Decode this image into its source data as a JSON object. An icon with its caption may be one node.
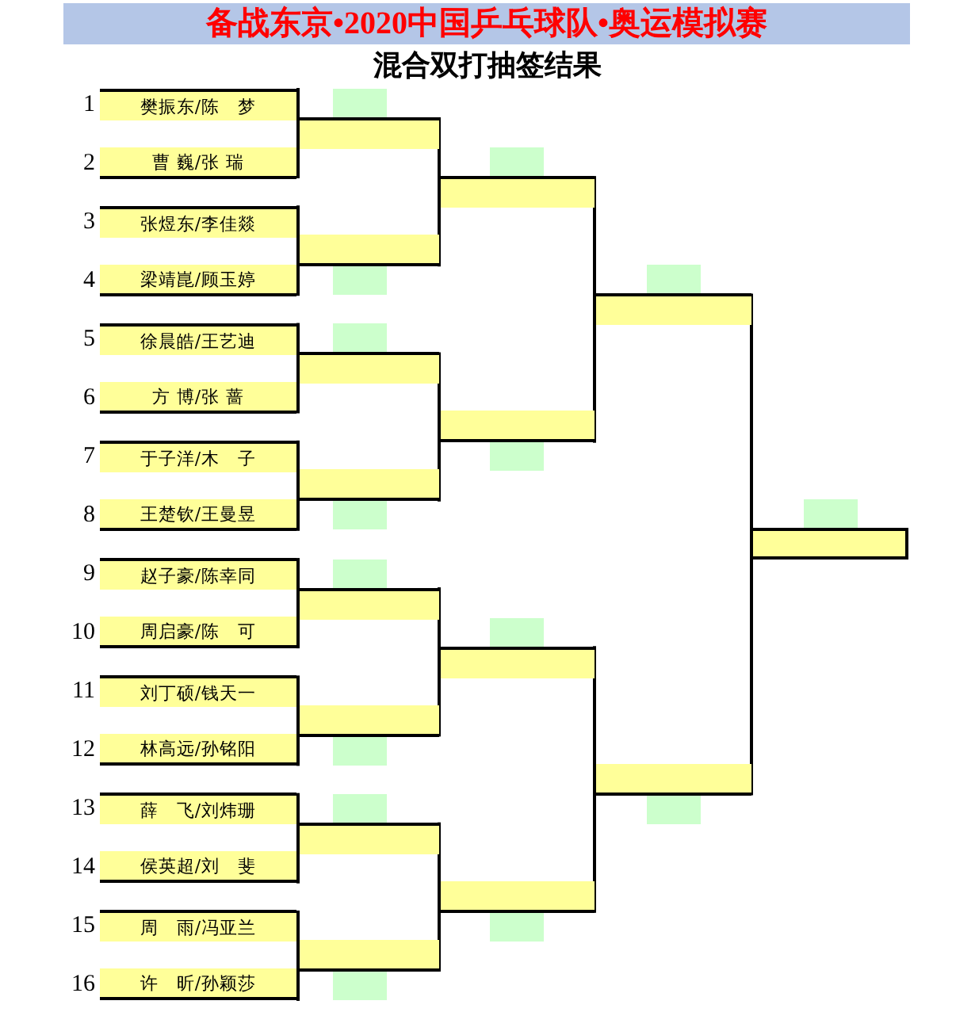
{
  "diagram": {
    "title": "备战东京•2020中国乒乓球队•奥运模拟赛",
    "nodes": [
      {
        "text": [
          "樊振东/陈　梦"
        ],
        "beside": [
          "1"
        ]
      },
      {
        "text": [
          "曹 巍/张 瑞"
        ],
        "beside": [
          "2"
        ]
      },
      {
        "text": [
          "张煜东/李佳燚"
        ],
        "beside": [
          "3"
        ]
      },
      {
        "text": [
          "梁靖崑/顾玉婷"
        ],
        "beside": [
          "4"
        ]
      },
      {
        "text": [
          "徐晨皓/王艺迪"
        ],
        "beside": [
          "5"
        ]
      },
      {
        "text": [
          "方 博/张 蔷"
        ],
        "beside": [
          "6"
        ]
      },
      {
        "text": [
          "于子洋/木　子"
        ],
        "beside": [
          "7"
        ]
      },
      {
        "text": [
          "王楚钦/王曼昱"
        ],
        "beside": [
          "8"
        ]
      },
      {
        "text": [
          "赵子豪/陈幸同"
        ],
        "beside": [
          "9"
        ]
      },
      {
        "text": [
          "周启豪/陈　可"
        ],
        "beside": [
          "10"
        ]
      },
      {
        "text": [
          "刘丁硕/钱天一"
        ],
        "beside": [
          "11"
        ]
      },
      {
        "text": [
          "林高远/孙铭阳"
        ],
        "beside": [
          "12"
        ]
      },
      {
        "text": [
          "薛　飞/刘炜珊"
        ],
        "beside": [
          "13"
        ]
      },
      {
        "text": [
          "侯英超/刘　斐"
        ],
        "beside": [
          "14"
        ]
      },
      {
        "text": [
          "周　雨/冯亚兰"
        ],
        "beside": [
          "15"
        ]
      },
      {
        "text": [
          "许　昕/孙颖莎"
        ],
        "beside": [
          "16"
        ]
      },
      {
        "text": [],
        "shape": "bar"
      },
      {
        "text": [],
        "shape": "bar"
      },
      {
        "text": [],
        "shape": "bar"
      },
      {
        "text": [],
        "shape": "bar"
      },
      {
        "text": [],
        "shape": "bar"
      },
      {
        "text": [],
        "shape": "bar"
      },
      {
        "text": [],
        "shape": "bar"
      },
      {
        "text": [],
        "shape": "bar"
      },
      {
        "text": [],
        "shape": "bar"
      },
      {
        "text": [],
        "shape": "bar"
      },
      {
        "text": [],
        "shape": "bar"
      },
      {
        "text": [],
        "shape": "bar"
      },
      {
        "text": [],
        "shape": "bar"
      },
      {
        "text": [],
        "shape": "bar"
      },
      {
        "text": [],
        "shape": "bar"
      },
      {
        "text": [],
        "shape": "box"
      },
      {
        "text": [],
        "shape": "box"
      },
      {
        "text": [],
        "shape": "box"
      },
      {
        "text": [],
        "shape": "box"
      },
      {
        "text": [],
        "shape": "box"
      },
      {
        "text": [],
        "shape": "box"
      },
      {
        "text": [],
        "shape": "box"
      },
      {
        "text": [],
        "shape": "box"
      },
      {
        "text": [],
        "shape": "box"
      },
      {
        "text": [],
        "shape": "box"
      },
      {
        "text": [],
        "shape": "box"
      },
      {
        "text": [],
        "shape": "box"
      },
      {
        "text": [],
        "shape": "box"
      },
      {
        "text": [],
        "shape": "box"
      },
      {
        "text": [],
        "shape": "box"
      }
    ],
    "edges": [
      {
        "from": 0,
        "to": 16,
        "arrow": "none"
      },
      {
        "from": 1,
        "to": 16,
        "arrow": "none"
      },
      {
        "from": 2,
        "to": 17,
        "arrow": "none"
      },
      {
        "from": 3,
        "to": 17,
        "arrow": "none"
      },
      {
        "from": 4,
        "to": 18,
        "arrow": "none"
      },
      {
        "from": 5,
        "to": 18,
        "arrow": "none"
      },
      {
        "from": 6,
        "to": 19,
        "arrow": "none"
      },
      {
        "from": 7,
        "to": 19,
        "arrow": "none"
      },
      {
        "from": 8,
        "to": 20,
        "arrow": "none"
      },
      {
        "from": 9,
        "to": 20,
        "arrow": "none"
      },
      {
        "from": 10,
        "to": 21,
        "arrow": "none"
      },
      {
        "from": 11,
        "to": 21,
        "arrow": "none"
      },
      {
        "from": 12,
        "to": 22,
        "arrow": "none"
      },
      {
        "from": 13,
        "to": 22,
        "arrow": "none"
      },
      {
        "from": 14,
        "to": 23,
        "arrow": "none"
      },
      {
        "from": 15,
        "to": 23,
        "arrow": "none"
      },
      {
        "from": 16,
        "to": 24,
        "arrow": "none"
      },
      {
        "from": 17,
        "to": 24,
        "arrow": "none"
      },
      {
        "from": 18,
        "to": 25,
        "arrow": "none"
      },
      {
        "from": 19,
        "to": 25,
        "arrow": "none"
      },
      {
        "from": 20,
        "to": 26,
        "arrow": "none"
      },
      {
        "from": 21,
        "to": 26,
        "arrow": "none"
      },
      {
        "from": 22,
        "to": 27,
        "arrow": "none"
      },
      {
        "from": 23,
        "to": 27,
        "arrow": "none"
      },
      {
        "from": 24,
        "to": 28,
        "arrow": "none"
      },
      {
        "from": 25,
        "to": 28,
        "arrow": "none"
      },
      {
        "from": 26,
        "to": 29,
        "arrow": "none"
      },
      {
        "from": 27,
        "to": 29,
        "arrow": "none"
      },
      {
        "from": 28,
        "to": 30,
        "arrow": "none"
      },
      {
        "from": 29,
        "to": 30,
        "arrow": "none"
      }
    ],
    "labels": [
      "混合双打抽签结果"
    ]
  }
}
